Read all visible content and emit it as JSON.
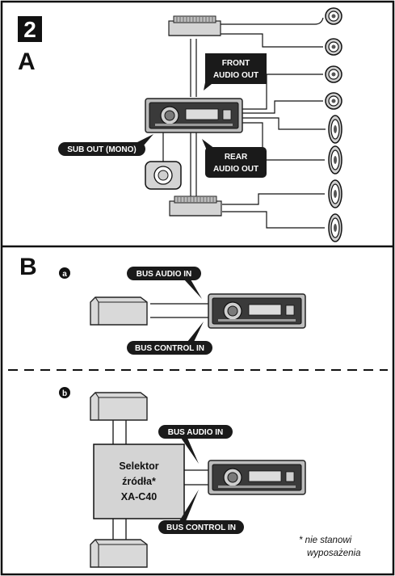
{
  "step_number": "2",
  "section_a": {
    "letter": "A",
    "labels": {
      "front_line1": "FRONT",
      "front_line2": "AUDIO OUT",
      "sub_out": "SUB OUT (MONO)",
      "rear_line1": "REAR",
      "rear_line2": "AUDIO OUT"
    }
  },
  "section_b": {
    "letter": "B",
    "sub_a": {
      "marker": "a",
      "bus_audio_in": "BUS AUDIO IN",
      "bus_control_in": "BUS CONTROL IN"
    },
    "sub_b": {
      "marker": "b",
      "bus_audio_in": "BUS AUDIO IN",
      "bus_control_in": "BUS CONTROL IN",
      "selector_line1": "Selektor",
      "selector_line2": "źródła*",
      "selector_line3": "XA-C40"
    },
    "footnote_line1": "*  nie stanowi",
    "footnote_line2": "wyposażenia"
  },
  "colors": {
    "frame": "#111111",
    "label_fill": "#1a1a1a",
    "device_fill": "#d9d9d9",
    "device_dark": "#6f6f6f",
    "wire_fill": "#ffffff"
  }
}
